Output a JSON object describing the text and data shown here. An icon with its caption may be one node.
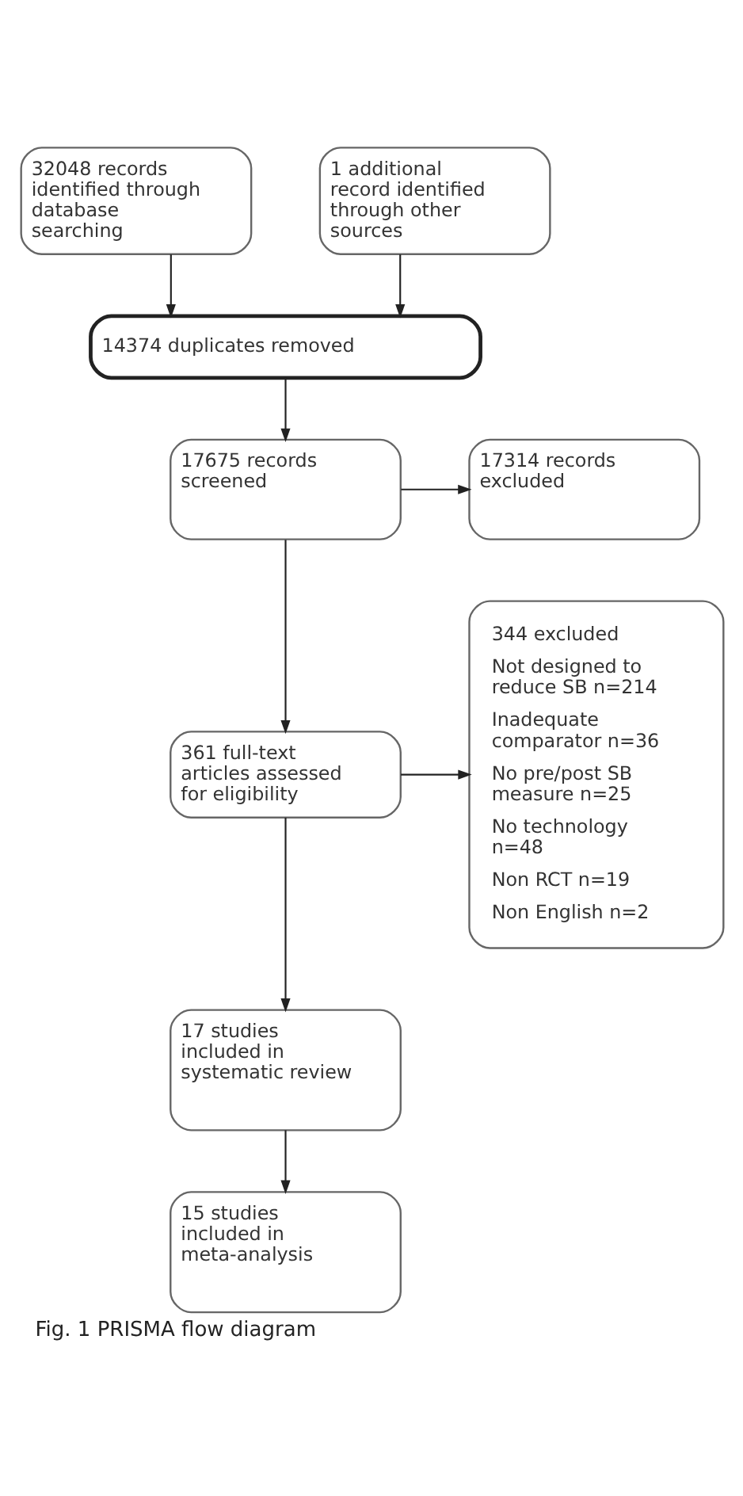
{
  "diagram": {
    "caption": "Fig. 1 PRISMA flow diagram",
    "nodes": [
      {
        "text": [
          "32048 records identified through database searching"
        ]
      },
      {
        "text": [
          "1 additional record identified through other sources"
        ]
      },
      {
        "text": [
          "14374 duplicates removed"
        ]
      },
      {
        "text": [
          "17675 records screened"
        ]
      },
      {
        "text": [
          "17314 records excluded"
        ]
      },
      {
        "text": [
          "344 excluded",
          "Not designed to reduce SB n=214",
          "Inadequate comparator n=36",
          "No pre/post SB measure n=25",
          "No technology n=48",
          "Non RCT n=19",
          "Non English n=2"
        ]
      },
      {
        "text": [
          "361 full-text articles assessed for eligibility"
        ]
      },
      {
        "text": [
          "17 studies included in systematic review"
        ]
      },
      {
        "text": [
          "15 studies included in meta-analysis"
        ]
      }
    ],
    "edges": [
      {
        "from": 0,
        "to": 2,
        "arrow": "to"
      },
      {
        "from": 1,
        "to": 2,
        "arrow": "to"
      },
      {
        "from": 2,
        "to": 3,
        "arrow": "to"
      },
      {
        "from": 3,
        "to": 4,
        "arrow": "to"
      },
      {
        "from": 3,
        "to": 6,
        "arrow": "to"
      },
      {
        "from": 6,
        "to": 5,
        "arrow": "to"
      },
      {
        "from": 6,
        "to": 7,
        "arrow": "to"
      },
      {
        "from": 7,
        "to": 8,
        "arrow": "to"
      }
    ]
  }
}
